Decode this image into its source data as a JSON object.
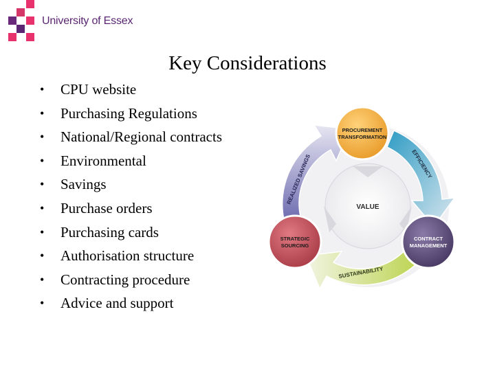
{
  "logo": {
    "text": "University of Essex"
  },
  "title": "Key Considerations",
  "bullets": [
    "CPU website",
    "Purchasing Regulations",
    "National/Regional contracts",
    "Environmental",
    "Savings",
    "Purchase orders",
    "Purchasing cards",
    "Authorisation structure",
    "Contracting procedure",
    "Advice and support"
  ],
  "diagram": {
    "center": "VALUE",
    "nodes": {
      "top_line1": "PROCUREMENT",
      "top_line2": "TRANSFORMATION",
      "right_line1": "CONTRACT",
      "right_line2": "MANAGEMENT",
      "left_line1": "STRATEGIC",
      "left_line2": "SOURCING"
    },
    "arrows": {
      "right": "EFFICIENCY",
      "bottom": "SUSTAINABILITY",
      "left": "REALIZED SAVINGS"
    },
    "colors": {
      "top_node": "#f2a93b",
      "right_node": "#5a4a7a",
      "left_node": "#c2505a",
      "right_arrow": "#3ea6c6",
      "bottom_arrow": "#c8d862",
      "left_arrow": "#7a78b8"
    }
  }
}
